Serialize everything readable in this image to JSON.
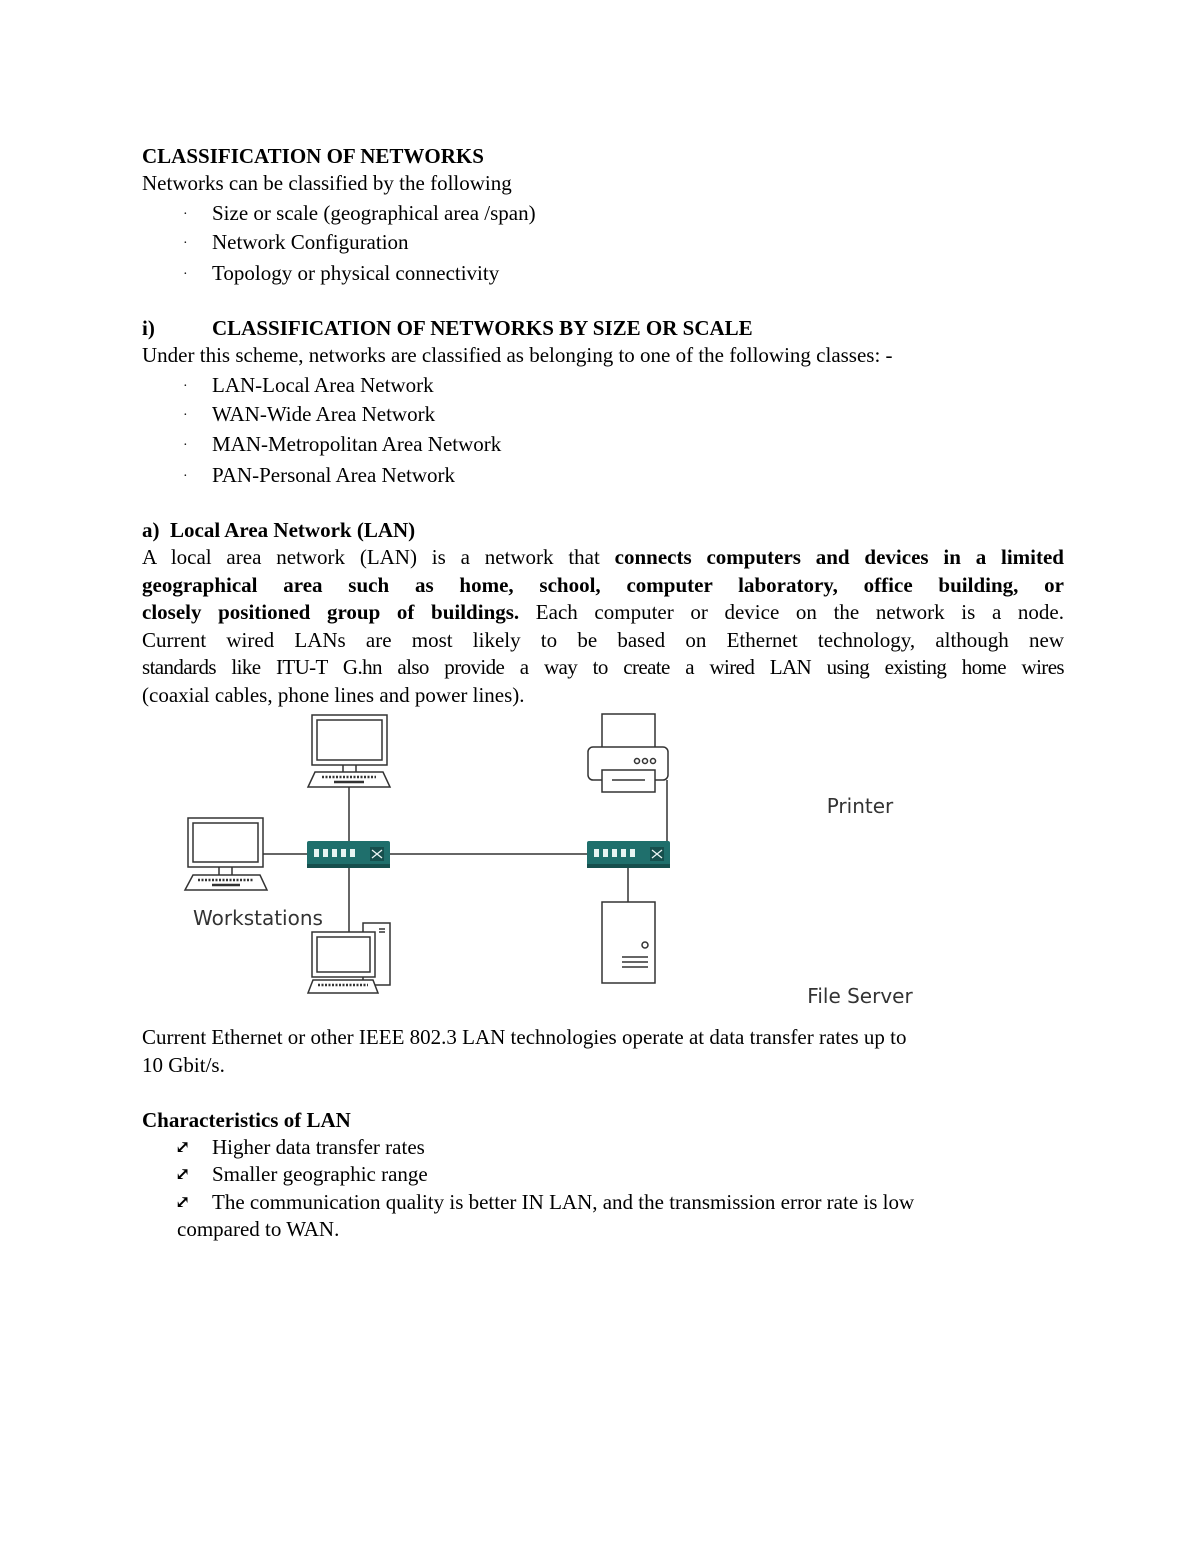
{
  "title": "CLASSIFICATION OF NETWORKS",
  "intro": "Networks can be classified by the following",
  "intro_bullets": [
    "Size or scale (geographical area /span)",
    "Network Configuration",
    "Topology or physical connectivity"
  ],
  "section_i": {
    "number": "i)",
    "heading": "CLASSIFICATION OF NETWORKS BY SIZE OR SCALE"
  },
  "scheme_intro": "Under this scheme, networks are classified as belonging to one of the following classes: -",
  "classes": [
    "LAN-Local Area Network",
    "WAN-Wide Area Network",
    "MAN-Metropolitan Area Network",
    "PAN-Personal Area Network"
  ],
  "lan_heading": "a)  Local Area Network (LAN)",
  "lan_para": {
    "l1a": "A local area network (LAN) is a network that ",
    "l1b": "connects computers and devices in a limited",
    "l2": "geographical area such as home, school, computer laboratory, office building, or",
    "l3a": "closely positioned group of buildings.",
    "l3b": " Each computer or device on the network is a node.",
    "l4": "Current wired LANs are most likely to be based on Ethernet technology, although new",
    "l5": "standards like ITU-T G.hn also provide a way to create a wired LAN using existing home wires",
    "l6": "(coaxial cables, phone lines and power lines)."
  },
  "diagram": {
    "workstations": "Workstations",
    "printer": "Printer",
    "file_server": "File Server",
    "switch_color": "#1f6f6c"
  },
  "rates_para": {
    "l1": "Current Ethernet or other IEEE 802.3 LAN technologies operate at data transfer rates up to",
    "l2": "10 Gbit/s."
  },
  "characteristics": {
    "heading": "Characteristics of LAN",
    "bullet_icon": "diagonal-resize-arrow",
    "items": [
      "Higher data transfer rates",
      "Smaller geographic range",
      "The communication quality is better IN LAN, and the transmission error rate is low"
    ],
    "continuation": "compared to WAN."
  }
}
